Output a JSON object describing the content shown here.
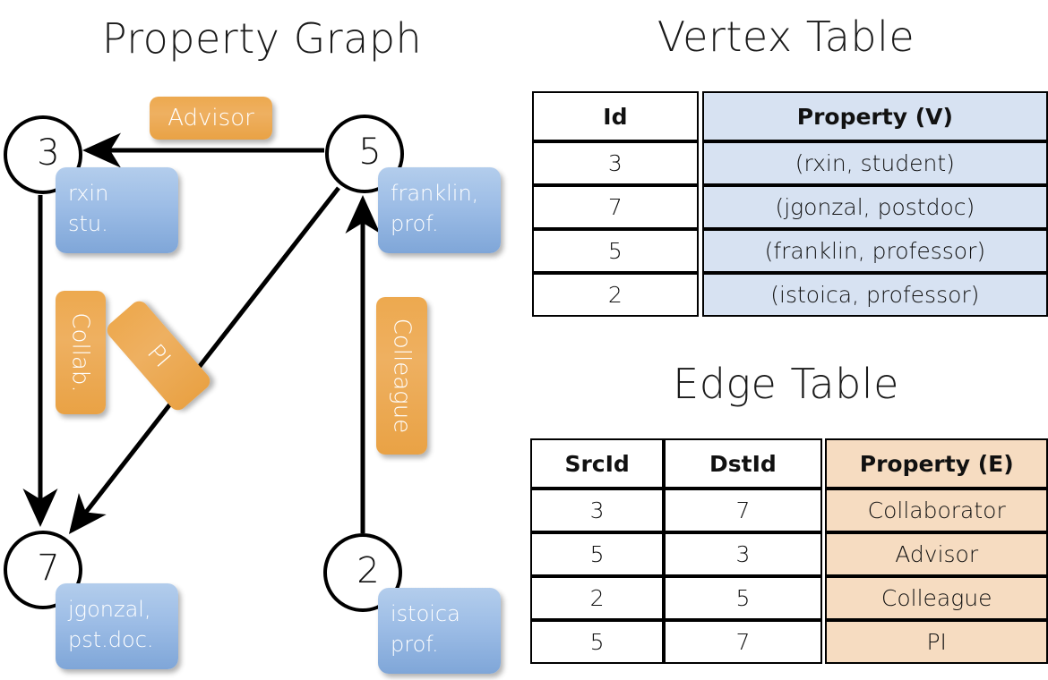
{
  "titles": {
    "property_graph": "Property Graph",
    "vertex_table": "Vertex Table",
    "edge_table": "Edge Table"
  },
  "graph": {
    "vertices": [
      {
        "id": "3",
        "property": "rxin\nstu."
      },
      {
        "id": "5",
        "property": "franklin,\nprof."
      },
      {
        "id": "7",
        "property": "jgonzal,\npst.doc."
      },
      {
        "id": "2",
        "property": "istoica\nprof."
      }
    ],
    "vertex_labels": {
      "v3": "3",
      "v5": "5",
      "v7": "7",
      "v2": "2"
    },
    "property_boxes": {
      "rxin_line1": "rxin",
      "rxin_line2": "stu.",
      "franklin_line1": "franklin,",
      "franklin_line2": "prof.",
      "jgonzal_line1": "jgonzal,",
      "jgonzal_line2": "pst.doc.",
      "istoica_line1": "istoica",
      "istoica_line2": "prof."
    },
    "edge_labels": {
      "advisor": "Advisor",
      "collab": "Collab.",
      "pi": "PI",
      "colleague": "Colleague"
    },
    "edges": [
      {
        "src": "5",
        "dst": "3",
        "label": "Advisor"
      },
      {
        "src": "3",
        "dst": "7",
        "label": "Collab."
      },
      {
        "src": "5",
        "dst": "7",
        "label": "PI"
      },
      {
        "src": "2",
        "dst": "5",
        "label": "Colleague"
      }
    ]
  },
  "vertex_table": {
    "headers": [
      "Id",
      "Property (V)"
    ],
    "rows": [
      {
        "id": "3",
        "property": "(rxin, student)"
      },
      {
        "id": "7",
        "property": "(jgonzal, postdoc)"
      },
      {
        "id": "5",
        "property": "(franklin, professor)"
      },
      {
        "id": "2",
        "property": "(istoica, professor)"
      }
    ]
  },
  "edge_table": {
    "headers": [
      "SrcId",
      "DstId",
      "Property (E)"
    ],
    "rows": [
      {
        "src": "3",
        "dst": "7",
        "property": "Collaborator"
      },
      {
        "src": "5",
        "dst": "3",
        "property": "Advisor"
      },
      {
        "src": "2",
        "dst": "5",
        "property": "Colleague"
      },
      {
        "src": "5",
        "dst": "7",
        "property": "PI"
      }
    ]
  },
  "colors": {
    "vertex_property_blue": "#9dbde6",
    "edge_label_orange": "#eda94f",
    "vertex_table_fill": "#d7e2f2",
    "edge_table_fill": "#f6dcc1",
    "stroke": "#000000",
    "background": "#ffffff"
  }
}
